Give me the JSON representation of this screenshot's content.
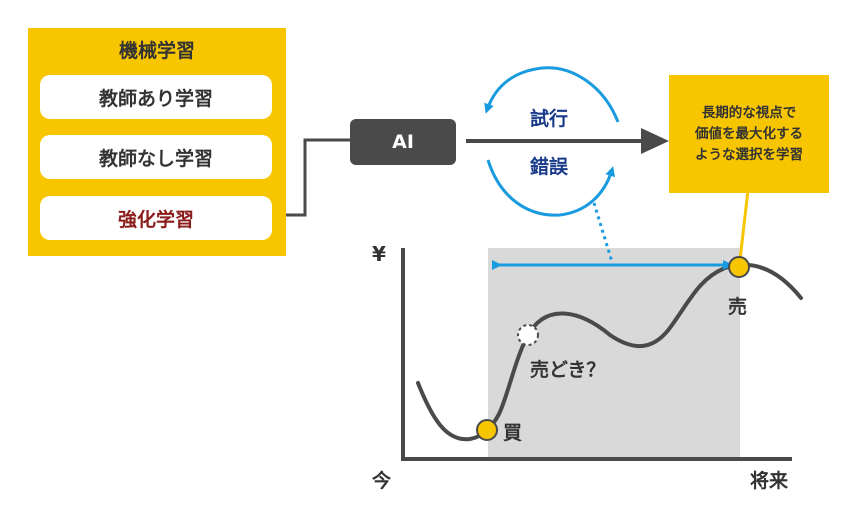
{
  "ml_panel": {
    "title": "機械学習",
    "items": [
      {
        "label": "教師あり学習",
        "active": false
      },
      {
        "label": "教師なし学習",
        "active": false
      },
      {
        "label": "強化学習",
        "active": true
      }
    ]
  },
  "ai_box": {
    "label": "AI"
  },
  "cycle": {
    "trial": "試行",
    "error": "錯誤"
  },
  "note": {
    "lines": [
      "長期的な視点で",
      "価値を最大化する",
      "ような選択を学習"
    ]
  },
  "chart": {
    "y_axis_label": "¥",
    "x_start_label": "今",
    "x_end_label": "将来",
    "buy_label": "買",
    "sell_label": "売",
    "sell_question_label": "売どき？"
  },
  "colors": {
    "yellow": "#f7c600",
    "blue": "#1a9be0",
    "dark_gray": "#4a4a4a",
    "light_gray": "#d9d9d9",
    "red_text": "#8b1c1c",
    "navy_text": "#1a3a8a"
  },
  "icons": [
    "cycle-arrow-icon",
    "right-arrow-icon",
    "double-arrow-icon"
  ]
}
